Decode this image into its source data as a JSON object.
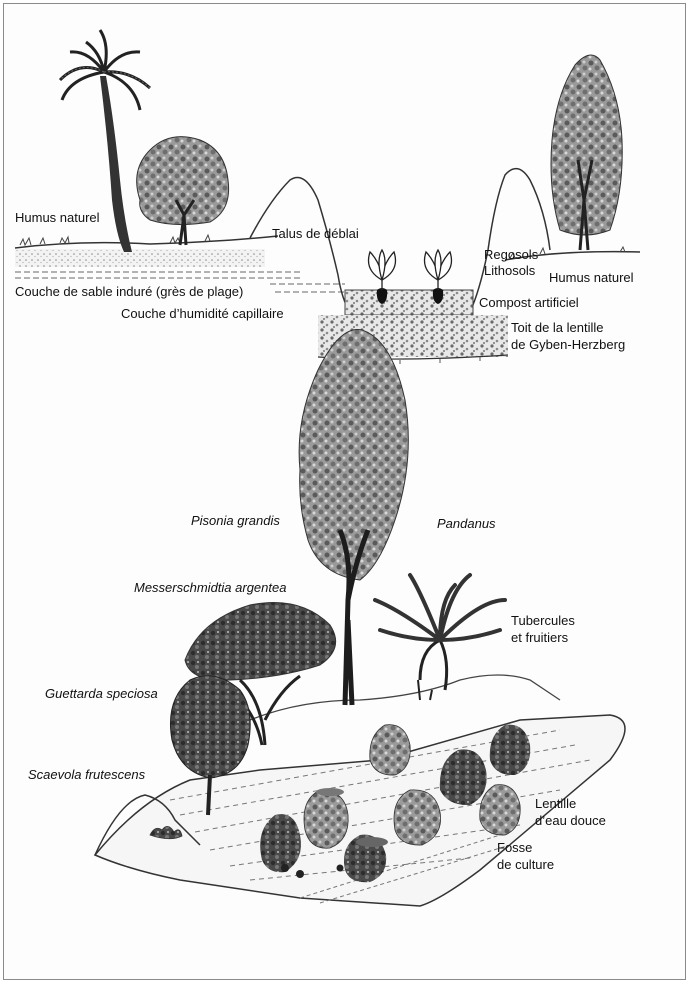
{
  "top_diagram": {
    "labels": {
      "humus_left": "Humus naturel",
      "talus": "Talus de déblai",
      "sand_layer": "Couche de sable induré (grès de plage)",
      "capillary": "Couche d’humidité capillaire",
      "regosols": "Regosols",
      "lithosols": "Lithosols",
      "humus_right": "Humus naturel",
      "compost": "Compost artificiel",
      "lens_roof_1": "Toit de la lentille",
      "lens_roof_2": "de Gyben-Herzberg"
    }
  },
  "bottom_diagram": {
    "labels": {
      "pisonia": "Pisonia grandis",
      "pandanus": "Pandanus",
      "messerschmidtia": "Messerschmidtia argentea",
      "tubercules_1": "Tubercules",
      "tubercules_2": "et fruitiers",
      "guettarda": "Guettarda speciosa",
      "scaevola": "Scaevola frutescens",
      "lentille_1": "Lentille",
      "lentille_2": "d’eau douce",
      "fosse_1": "Fosse",
      "fosse_2": "de culture"
    }
  }
}
